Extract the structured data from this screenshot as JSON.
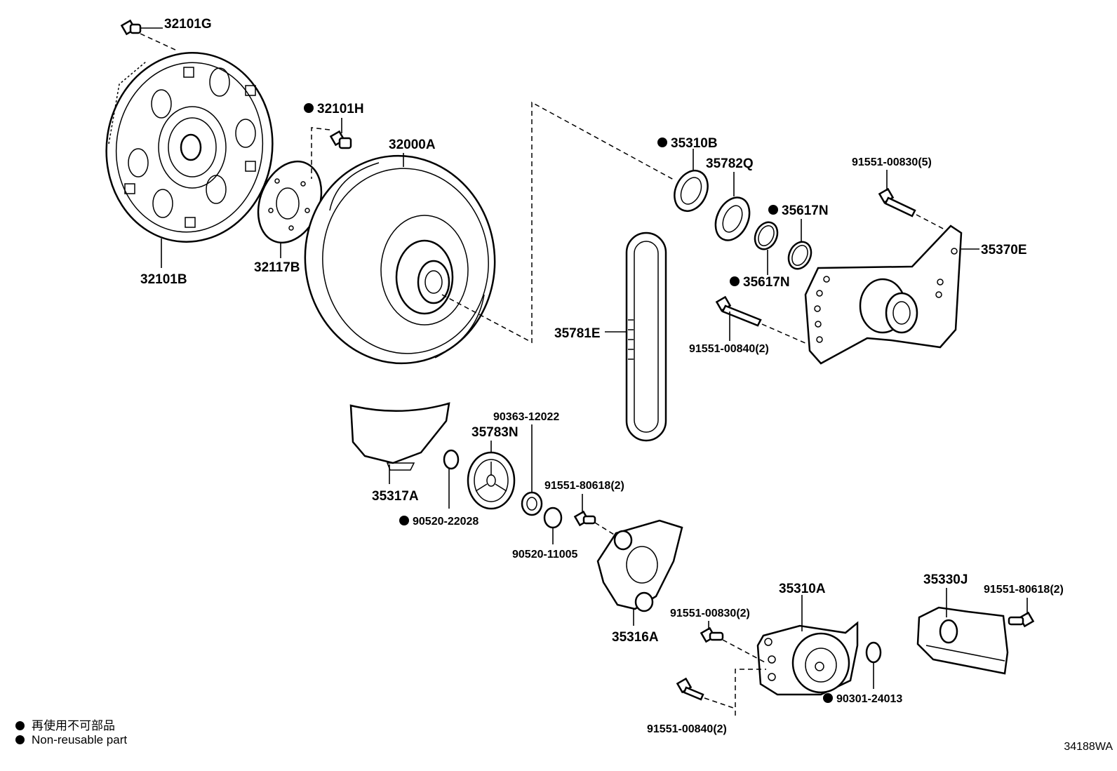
{
  "parts": [
    {
      "number": "32101G",
      "non_reusable": false
    },
    {
      "number": "32101H",
      "non_reusable": true
    },
    {
      "number": "32000A",
      "non_reusable": false
    },
    {
      "number": "32101B",
      "non_reusable": false
    },
    {
      "number": "32117B",
      "non_reusable": false
    },
    {
      "number": "35310B",
      "non_reusable": true
    },
    {
      "number": "35782Q",
      "non_reusable": false
    },
    {
      "number": "35617N",
      "non_reusable": true
    },
    {
      "number": "35617N",
      "non_reusable": true
    },
    {
      "number": "91551-00830(5)",
      "non_reusable": false
    },
    {
      "number": "35370E",
      "non_reusable": false
    },
    {
      "number": "35781E",
      "non_reusable": false
    },
    {
      "number": "91551-00840(2)",
      "non_reusable": false
    },
    {
      "number": "90363-12022",
      "non_reusable": false
    },
    {
      "number": "35783N",
      "non_reusable": false
    },
    {
      "number": "35317A",
      "non_reusable": false
    },
    {
      "number": "90520-22028",
      "non_reusable": true
    },
    {
      "number": "91551-80618(2)",
      "non_reusable": false
    },
    {
      "number": "90520-11005",
      "non_reusable": false
    },
    {
      "number": "35316A",
      "non_reusable": false
    },
    {
      "number": "35310A",
      "non_reusable": false
    },
    {
      "number": "35330J",
      "non_reusable": false
    },
    {
      "number": "91551-80618(2)",
      "non_reusable": false
    },
    {
      "number": "91551-00830(2)",
      "non_reusable": false
    },
    {
      "number": "90301-24013",
      "non_reusable": true
    },
    {
      "number": "91551-00840(2)",
      "non_reusable": false
    }
  ],
  "legend": {
    "japanese": "再使用不可部品",
    "english": "Non-reusable part"
  },
  "figure_code": "34188WA",
  "colors": {
    "ink": "#000000",
    "paper": "#ffffff"
  }
}
